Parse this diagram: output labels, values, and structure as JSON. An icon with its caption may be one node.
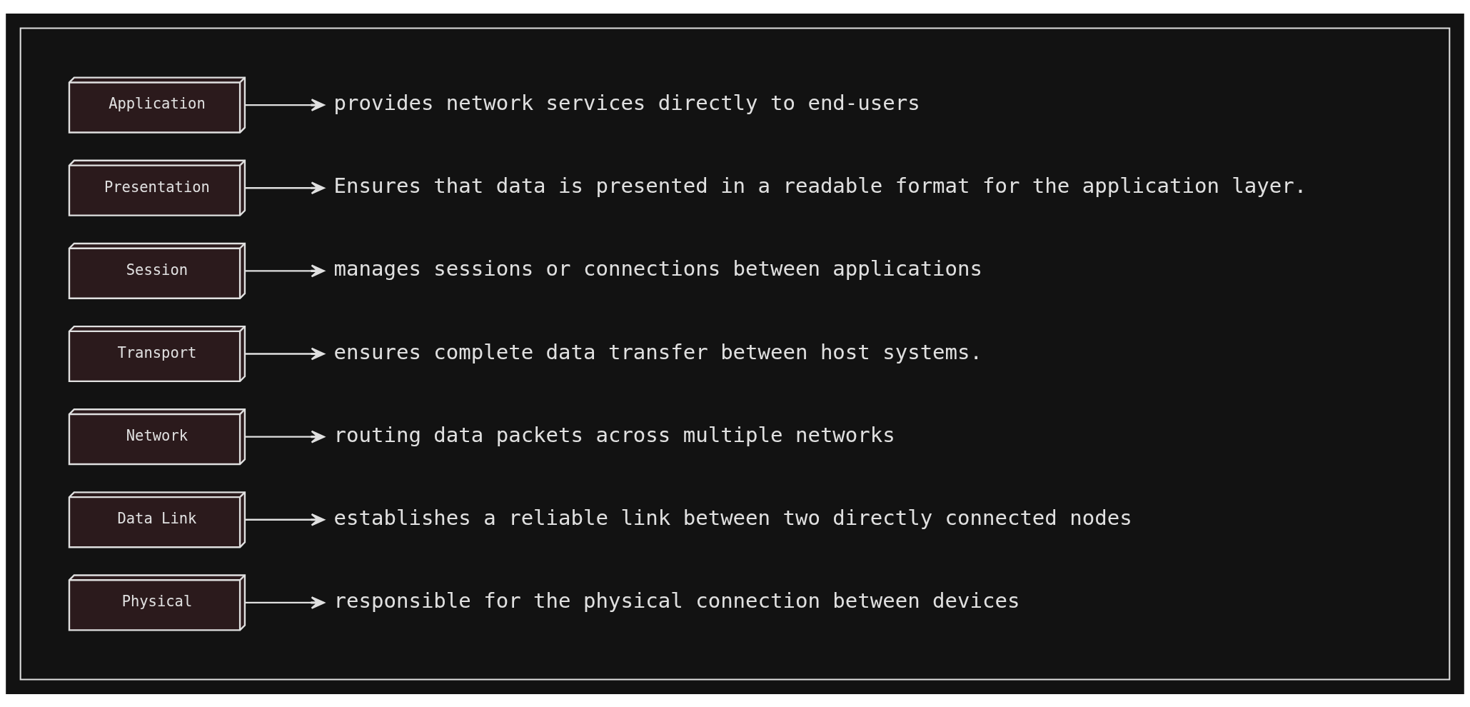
{
  "diagram": {
    "nodes": [
      {
        "text": [],
        "shape": "box"
      },
      {
        "text": [
          "Application"
        ],
        "in": 0
      },
      {
        "text": [
          "provides network services directly to end-users"
        ],
        "in": 0
      },
      {
        "text": [
          "Presentation"
        ],
        "in": 0
      },
      {
        "text": [
          "Ensures that data is presented in a readable format for the application layer."
        ],
        "in": 0
      },
      {
        "text": [
          "Session"
        ],
        "in": 0
      },
      {
        "text": [
          "manages sessions or connections between applications"
        ],
        "in": 0
      },
      {
        "text": [
          "Transport"
        ],
        "in": 0
      },
      {
        "text": [
          "ensures complete data transfer between host systems."
        ],
        "in": 0
      },
      {
        "text": [
          "Network"
        ],
        "in": 0
      },
      {
        "text": [
          "routing data packets across multiple networks"
        ],
        "in": 0
      },
      {
        "text": [
          "Data Link"
        ],
        "in": 0
      },
      {
        "text": [
          "establishes a reliable link between two directly connected nodes"
        ],
        "in": 0
      },
      {
        "text": [
          "Physical"
        ],
        "in": 0
      },
      {
        "text": [
          "responsible for the physical connection between devices"
        ],
        "in": 0
      }
    ],
    "edges": [
      {
        "from": 1,
        "to": 2,
        "arrow": "to"
      },
      {
        "from": 3,
        "to": 4,
        "arrow": "to"
      },
      {
        "from": 5,
        "to": 6,
        "arrow": "to"
      },
      {
        "from": 7,
        "to": 8,
        "arrow": "to"
      },
      {
        "from": 9,
        "to": 10,
        "arrow": "to"
      },
      {
        "from": 11,
        "to": 12,
        "arrow": "to"
      },
      {
        "from": 13,
        "to": 14,
        "arrow": "to"
      }
    ]
  }
}
